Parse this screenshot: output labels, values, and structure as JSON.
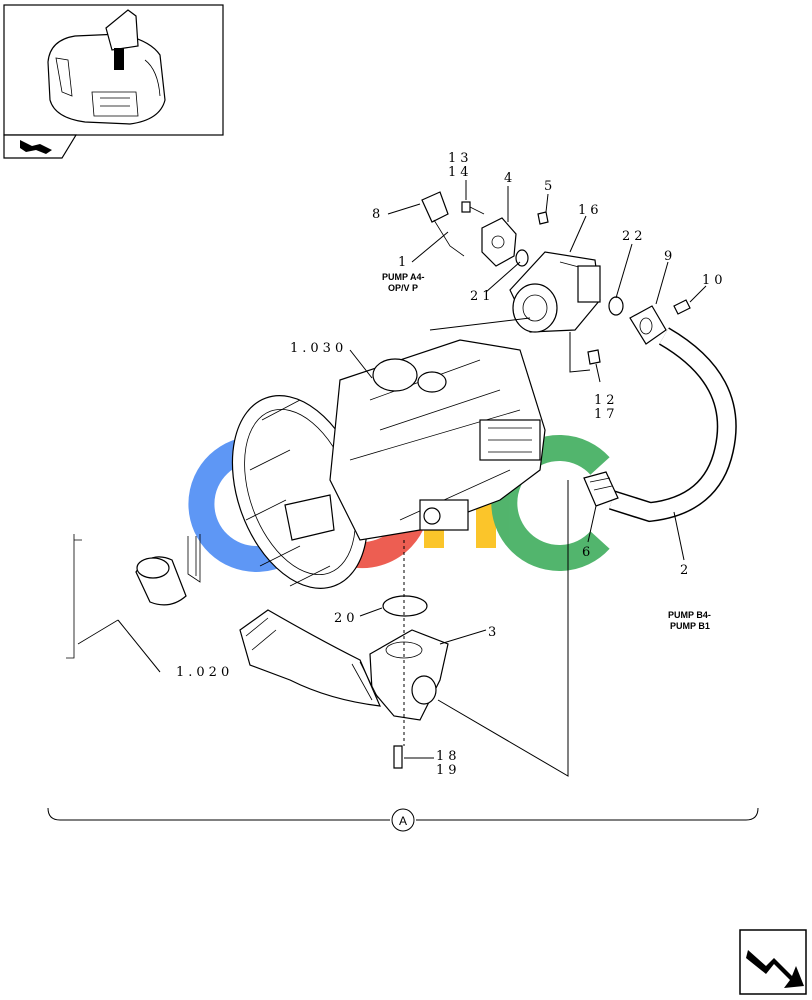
{
  "watermark": {
    "letters": [
      "C",
      "G",
      "M",
      "C"
    ],
    "colors": [
      "#4285F4",
      "#EA4335",
      "#FBBC05",
      "#34A853"
    ]
  },
  "labels": {
    "l13": "13",
    "l14": "14",
    "l4": "4",
    "l5": "5",
    "l8": "8",
    "l1": "1",
    "l16": "16",
    "l22": "22",
    "l9": "9",
    "l10": "10",
    "l21": "21",
    "l1030": "1.030",
    "l12": "12",
    "l17": "17",
    "l6": "6",
    "l2": "2",
    "l20": "20",
    "l3": "3",
    "l1020": "1.020",
    "l18": "18",
    "l19": "19",
    "ref_a": "A"
  },
  "notes": {
    "pump_a4_line1": "PUMP A4-",
    "pump_a4_line2": "OP/V P",
    "pump_b4_line1": "PUMP B4-",
    "pump_b4_line2": "PUMP B1"
  },
  "icons": {
    "thumbnail": "excavator-thumbnail-icon",
    "nav_small": "next-arrow-icon",
    "nav_large": "next-page-arrow-icon"
  }
}
